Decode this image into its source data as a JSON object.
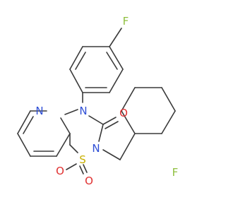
{
  "molecule": {
    "atoms": {
      "F_top": {
        "symbol": "F",
        "color": "#8fbf3f"
      },
      "F_right": {
        "symbol": "F",
        "color": "#8fbf3f"
      },
      "N_pyridine": {
        "symbol": "N",
        "color": "#2f4fd6"
      },
      "N4": {
        "symbol": "N",
        "color": "#2f4fd6"
      },
      "N2": {
        "symbol": "N",
        "color": "#2f4fd6"
      },
      "O_carbonyl": {
        "symbol": "O",
        "color": "#e03030"
      },
      "S": {
        "symbol": "S",
        "color": "#c8b000"
      },
      "O_sulfonyl_left": {
        "symbol": "O",
        "color": "#e03030"
      },
      "O_sulfonyl_right": {
        "symbol": "O",
        "color": "#e03030"
      }
    },
    "bond_color": "#3a3a3a"
  }
}
